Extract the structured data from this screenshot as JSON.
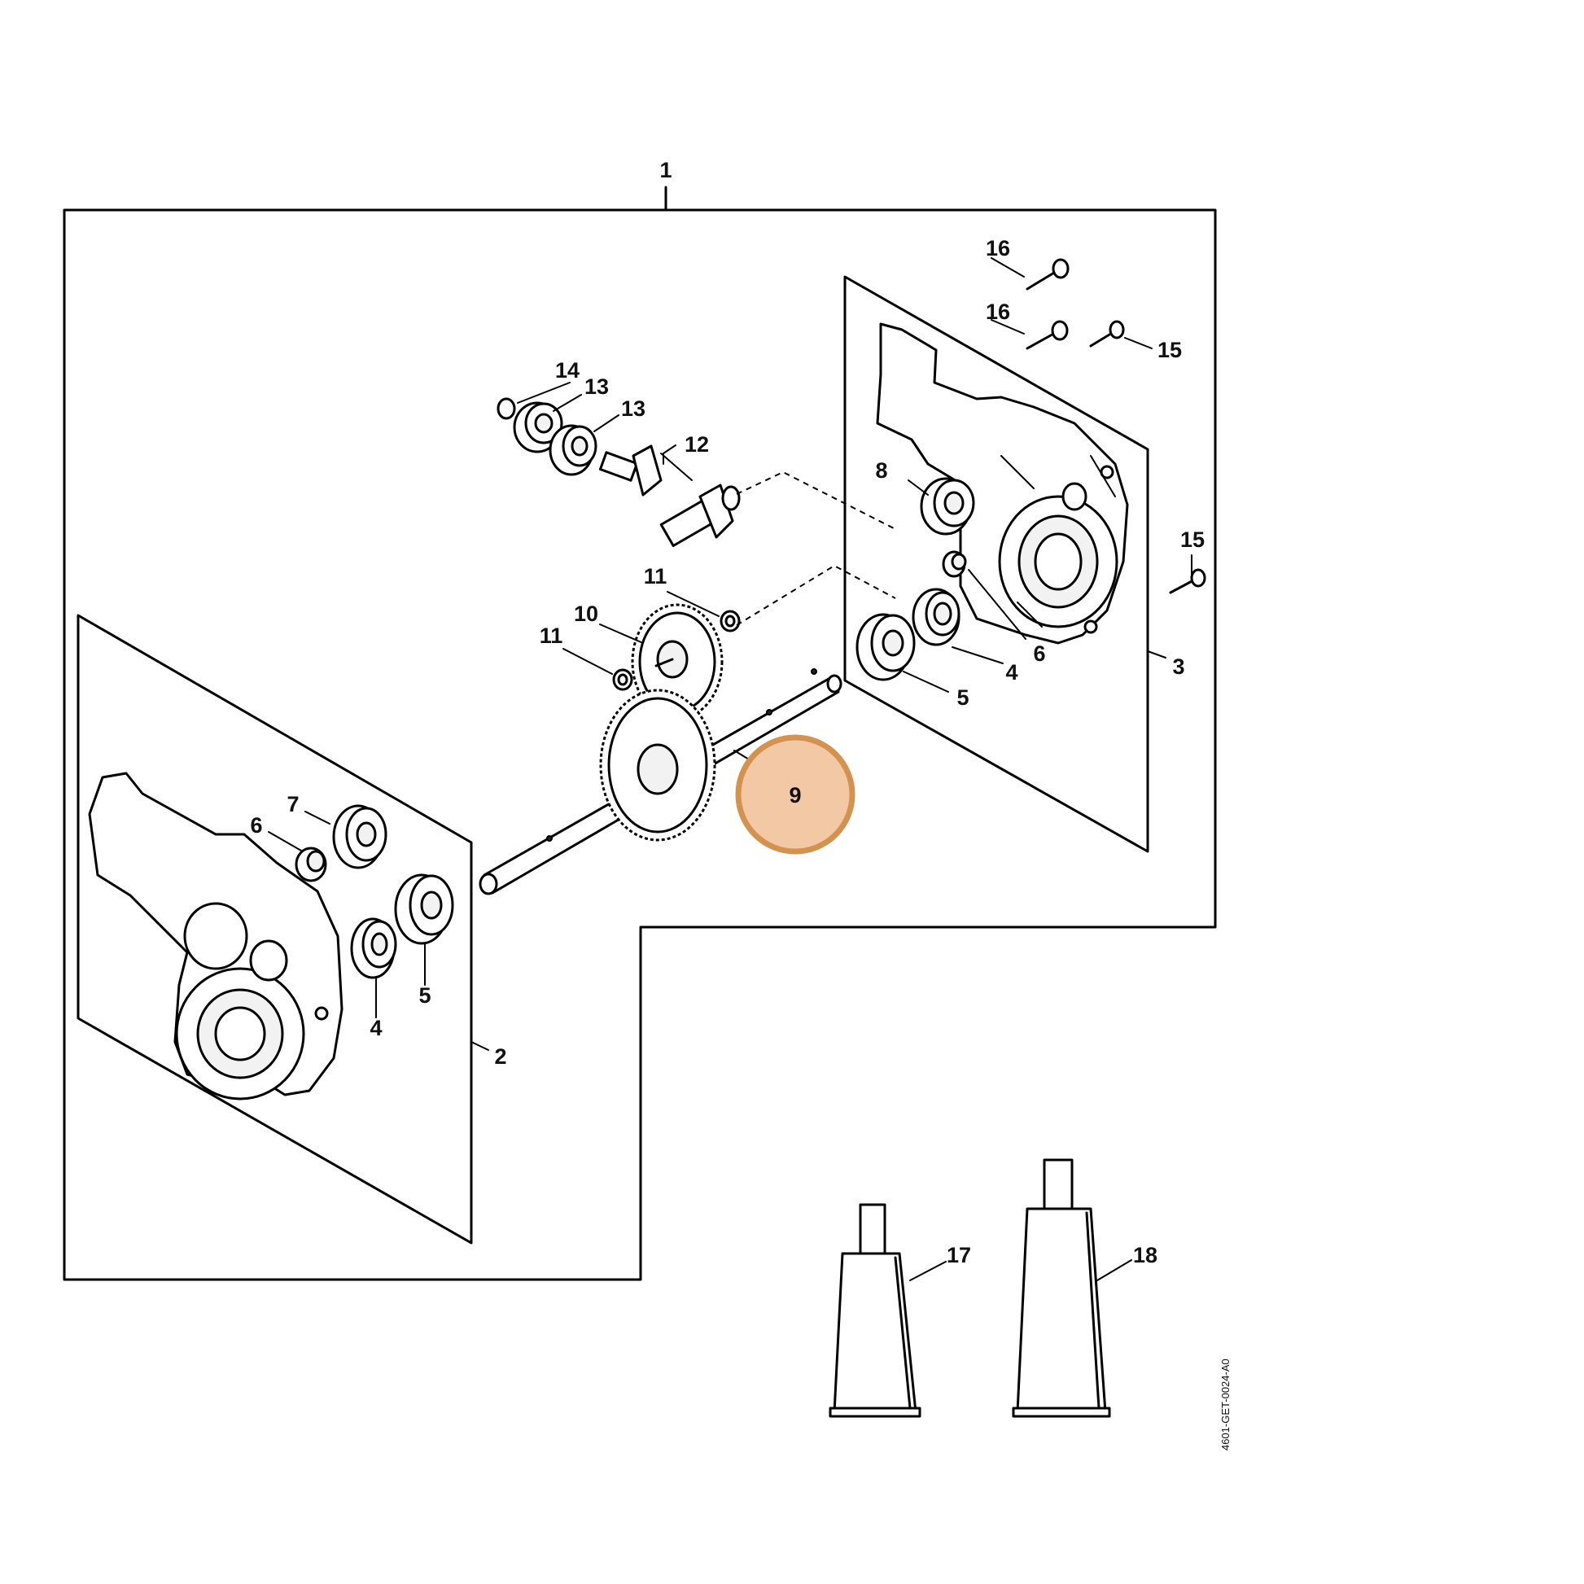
{
  "diagram": {
    "callouts": {
      "c1": "1",
      "c2": "2",
      "c3": "3",
      "c4a": "4",
      "c4b": "4",
      "c5a": "5",
      "c5b": "5",
      "c6a": "6",
      "c6b": "6",
      "c7": "7",
      "c8": "8",
      "c9": "9",
      "c10": "10",
      "c11a": "11",
      "c11b": "11",
      "c12": "12",
      "c13a": "13",
      "c13b": "13",
      "c14": "14",
      "c15a": "15",
      "c15b": "15",
      "c16a": "16",
      "c16b": "16",
      "c17": "17",
      "c18": "18"
    },
    "drawing_code": "4601-GET-0024-A0",
    "highlight": {
      "callout": "9",
      "color": "#d4924f",
      "fill": "#f3c8a4"
    }
  }
}
